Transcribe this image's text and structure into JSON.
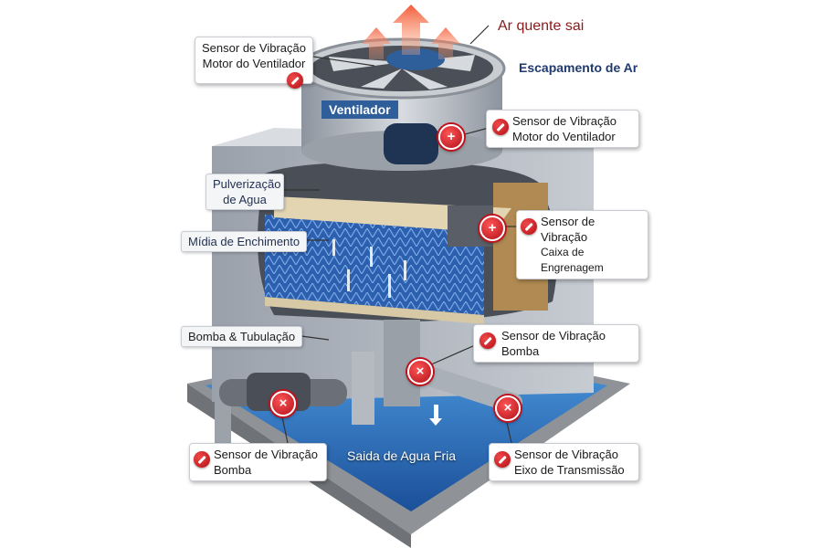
{
  "title_labels": {
    "hot_air_out": "Ar quente sai",
    "air_exhaust": "Escapamento de Ar",
    "fan": "Ventilador",
    "water_spray_line1": "Pulverização",
    "water_spray_line2": "de Agua",
    "fill_media": "Mídia de Enchimento",
    "pump_piping": "Bomba & Tubulação",
    "cold_water_outlet": "Saida de Agua Fria"
  },
  "sensors": [
    {
      "title": "Sensor de Vibração",
      "location": "Motor do Ventilador"
    },
    {
      "title": "Sensor de Vibração",
      "location": "Motor do Ventilador"
    },
    {
      "title": "Sensor de Vibração",
      "location": "Caixa de Engrenagem"
    },
    {
      "title": "Sensor de Vibração",
      "location": "Bomba"
    },
    {
      "title": "Sensor de Vibração",
      "location": "Bomba"
    },
    {
      "title": "Sensor de Vibração",
      "location": "Eixo de Transmissão"
    }
  ],
  "colors": {
    "sensor_red": "#c8141e",
    "hot_air": "#f26a4a",
    "water": "#2a6fc0",
    "label_navy": "#1f3a6e",
    "hot_text": "#8b1a1a"
  }
}
